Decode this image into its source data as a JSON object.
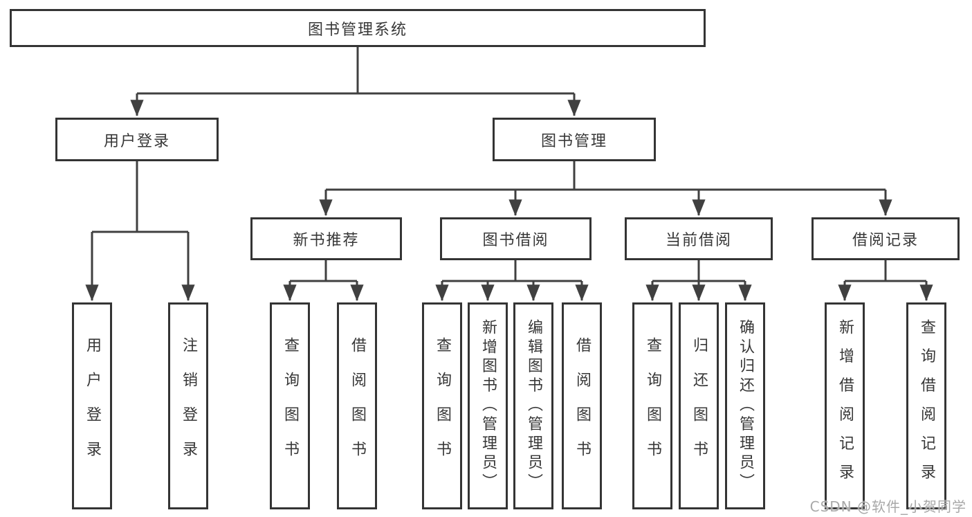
{
  "nodes": {
    "root": "图书管理系统",
    "user_login_group": "用户登录",
    "book_mgmt": "图书管理",
    "new_book_rec": "新书推荐",
    "book_borrow": "图书借阅",
    "current_borrow": "当前借阅",
    "borrow_records": "借阅记录",
    "leaf_user_login": "用户登录",
    "leaf_logout": "注销登录",
    "leaf_rec_query": "查询图书",
    "leaf_rec_borrow": "借阅图书",
    "leaf_bb_query": "查询图书",
    "leaf_bb_add": "新增图书（管理员）",
    "leaf_bb_edit": "编辑图书（管理员）",
    "leaf_bb_borrow": "借阅图书",
    "leaf_cb_query": "查询图书",
    "leaf_cb_return": "归还图书",
    "leaf_cb_confirm": "确认归还（管理员）",
    "leaf_br_add": "新增借阅记录",
    "leaf_br_query": "查询借阅记录"
  },
  "watermark": "CSDN @软件_小贺同学",
  "colors": {
    "line": "#404040",
    "box_border": "#343434",
    "text": "#373737",
    "watermark": "#a8a8a8",
    "background": "#ffffff"
  }
}
